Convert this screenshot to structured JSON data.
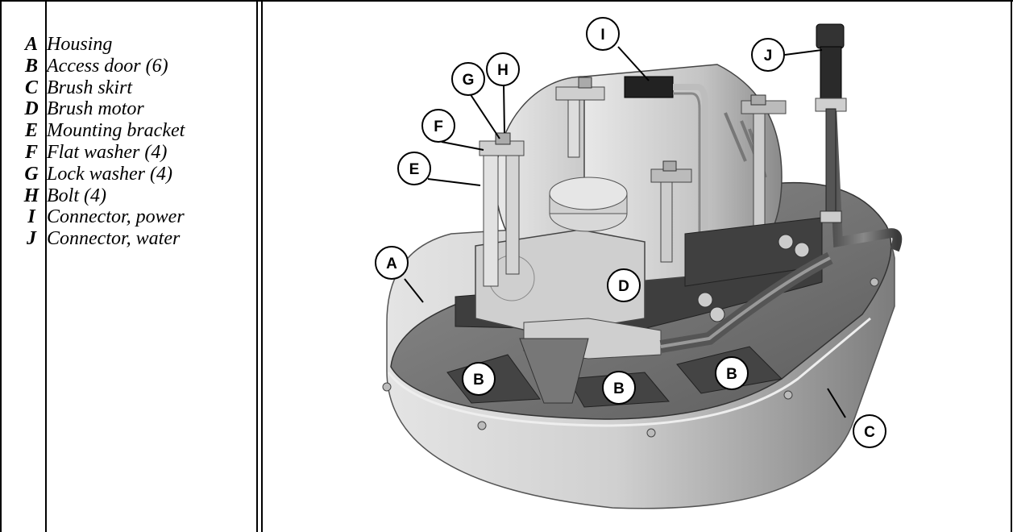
{
  "legend": [
    {
      "key": "A",
      "label": "Housing"
    },
    {
      "key": "B",
      "label": "Access door (6)"
    },
    {
      "key": "C",
      "label": "Brush skirt"
    },
    {
      "key": "D",
      "label": "Brush motor"
    },
    {
      "key": "E",
      "label": "Mounting bracket"
    },
    {
      "key": "F",
      "label": "Flat washer (4)"
    },
    {
      "key": "G",
      "label": "Lock washer (4)"
    },
    {
      "key": "H",
      "label": "Bolt (4)"
    },
    {
      "key": "I",
      "label": "Connector, power"
    },
    {
      "key": "J",
      "label": "Connector, water"
    }
  ],
  "callouts": [
    "I",
    "J",
    "G",
    "H",
    "F",
    "E",
    "A",
    "D",
    "B",
    "B",
    "B",
    "C"
  ]
}
